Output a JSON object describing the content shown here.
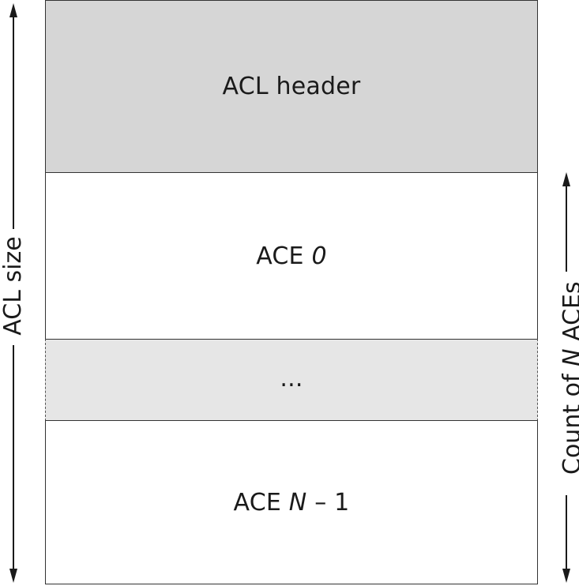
{
  "blocks": {
    "header": "ACL header",
    "ace0_prefix": "ACE",
    "ace0_index": "0",
    "ellipsis": "...",
    "last_prefix": "ACE",
    "last_var": "N",
    "last_suffix": "– 1"
  },
  "labels": {
    "acl_size": "ACL size",
    "count_prefix": "Count of",
    "count_var": "N",
    "count_suffix": "ACEs"
  },
  "colors": {
    "header_fill": "#d6d6d6",
    "ellipsis_fill": "#e6e6e6",
    "ace_fill": "#ffffff",
    "stroke": "#333333"
  }
}
